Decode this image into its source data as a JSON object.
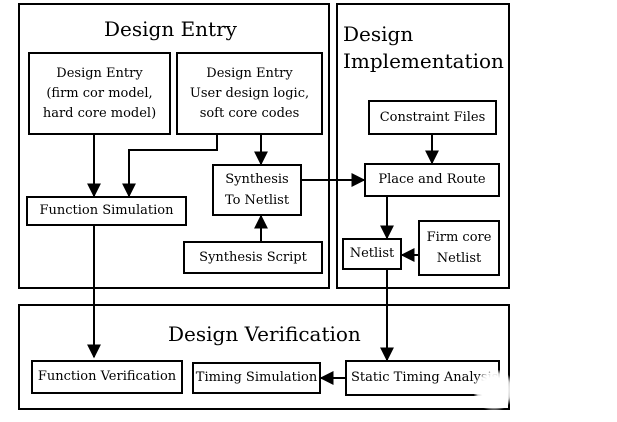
{
  "frames": {
    "design_entry": {
      "title": "Design Entry"
    },
    "design_implementation": {
      "title_line1": "Design",
      "title_line2": "Implementation"
    },
    "design_verification": {
      "title": "Design Verification"
    }
  },
  "boxes": {
    "entry_core_models": {
      "line1": "Design Entry",
      "line2": "(firm cor model,",
      "line3": "hard core model)"
    },
    "entry_user_logic": {
      "line1": "Design Entry",
      "line2": "User design logic,",
      "line3": "soft core codes"
    },
    "synthesis_netlist": {
      "line1": "Synthesis",
      "line2": "To Netlist"
    },
    "function_simulation": {
      "label": "Function Simulation"
    },
    "synthesis_script": {
      "label": "Synthesis Script"
    },
    "constraint_files": {
      "label": "Constraint Files"
    },
    "place_and_route": {
      "label": "Place and Route"
    },
    "netlist": {
      "label": "Netlist"
    },
    "firm_core_netlist": {
      "line1": "Firm core",
      "line2": "Netlist"
    },
    "function_verification": {
      "label": "Function Verification"
    },
    "timing_simulation": {
      "label": "Timing Simulation"
    },
    "static_timing_analysis": {
      "label": "Static Timing Analysis"
    }
  }
}
